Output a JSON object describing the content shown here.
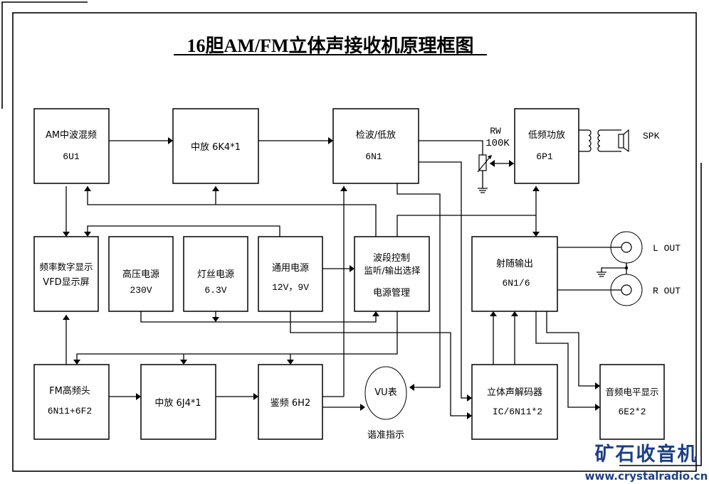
{
  "title": "16胆AM/FM立体声接收机原理框图",
  "blocks": {
    "am_mixer": {
      "line1": "AM中波混频",
      "line2": "6U1"
    },
    "am_if": {
      "line1": "中放 6K4*1"
    },
    "detector": {
      "line1": "检波/低放",
      "line2": "6N1"
    },
    "power_amp": {
      "line1": "低频功放",
      "line2": "6P1"
    },
    "vfd": {
      "line1": "频率数字显示",
      "line2": "VFD显示屏"
    },
    "hv_supply": {
      "line1": "高压电源",
      "line2": "230V"
    },
    "filament_supply": {
      "line1": "灯丝电源",
      "line2": "6.3V"
    },
    "general_supply": {
      "line1": "通用电源",
      "line2": "12V，9V"
    },
    "band_control": {
      "line1": "波段控制",
      "line2": "监听/输出选择",
      "line3": "电源管理"
    },
    "cathode_follower": {
      "line1": "射随输出",
      "line2": "6N1/6"
    },
    "fm_tuner": {
      "line1": "FM高频头",
      "line2": "6N11+6F2"
    },
    "fm_if": {
      "line1": "中放 6J4*1"
    },
    "discriminator": {
      "line1": "鉴频 6H2"
    },
    "stereo_decoder": {
      "line1": "立体声解码器",
      "line2": "IC/6N11*2"
    },
    "level_display": {
      "line1": "音频电平显示",
      "line2": "6E2*2"
    }
  },
  "components": {
    "volume_pot": {
      "label1": "RW",
      "label2": "100K"
    },
    "speaker": {
      "label": "SPK"
    },
    "vu_meter": {
      "label": "VU表",
      "caption": "谐准指示"
    },
    "left_out": {
      "label": "L OUT"
    },
    "right_out": {
      "label": "R OUT"
    }
  },
  "watermark": {
    "name": "矿石收音机",
    "url": "www.crystalradio.cn",
    "color": "#1b3f86"
  }
}
